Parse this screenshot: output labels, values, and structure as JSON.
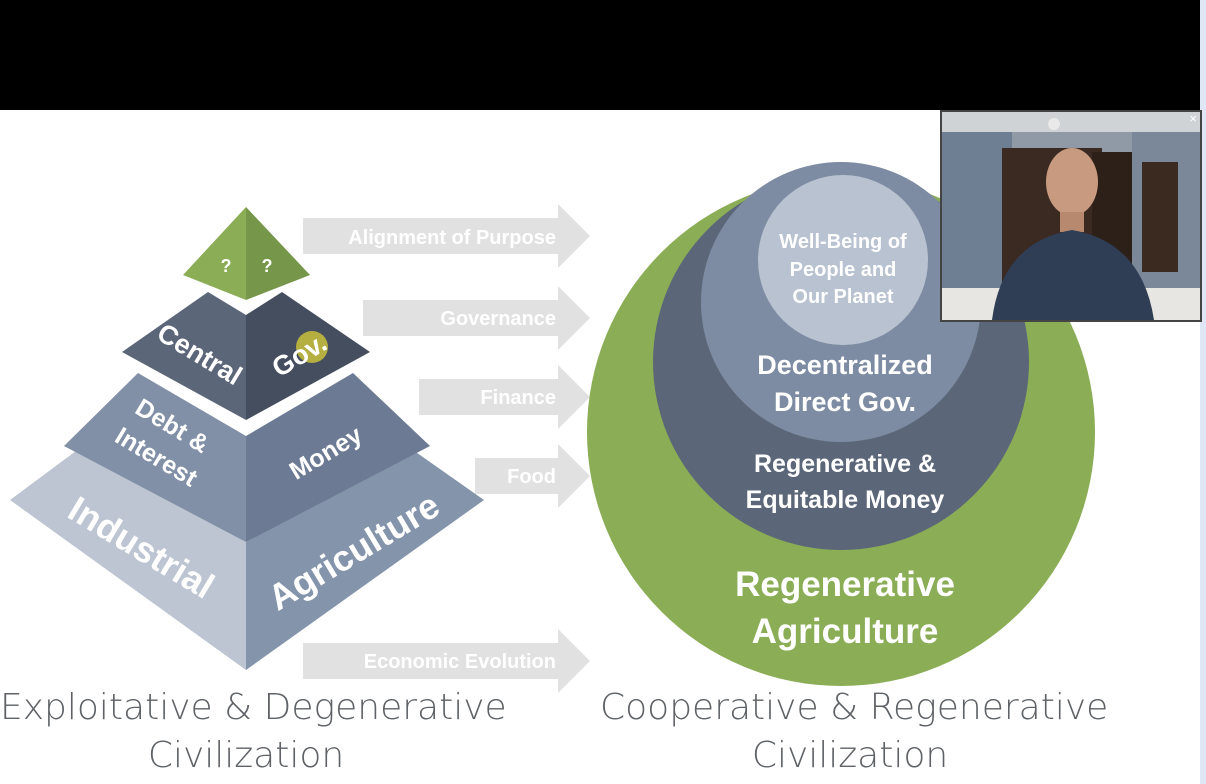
{
  "pyramid": {
    "top": {
      "left": "?",
      "right": "?"
    },
    "gov": {
      "left": "Central",
      "right": "Gov."
    },
    "money": {
      "left_line1": "Debt &",
      "left_line2": "Interest",
      "right": "Money"
    },
    "agriculture": {
      "left": "Industrial",
      "right": "Agriculture"
    }
  },
  "arrows": [
    {
      "label": "Alignment of Purpose"
    },
    {
      "label": "Governance"
    },
    {
      "label": "Finance"
    },
    {
      "label": "Food"
    },
    {
      "label": "Economic Evolution"
    }
  ],
  "circles": {
    "inner": {
      "line1": "Well-Being of",
      "line2": "People and",
      "line3": "Our Planet"
    },
    "gov": {
      "line1": "Decentralized",
      "line2": "Direct Gov."
    },
    "money": {
      "line1": "Regenerative &",
      "line2": "Equitable Money"
    },
    "agriculture": {
      "line1": "Regenerative",
      "line2": "Agriculture"
    }
  },
  "captions": {
    "left": {
      "line1": "Exploitative & Degenerative",
      "line2": "Civilization"
    },
    "right": {
      "line1": "Cooperative & Regenerative",
      "line2": "Civilization"
    }
  },
  "video": {
    "close_icon": "×"
  },
  "colors": {
    "green": "#8aad56",
    "arrow": "#e1e1e1",
    "slate_dark": "#5b6678",
    "slate_mid": "#7d8ca2",
    "slate_light": "#b8c2d0"
  }
}
